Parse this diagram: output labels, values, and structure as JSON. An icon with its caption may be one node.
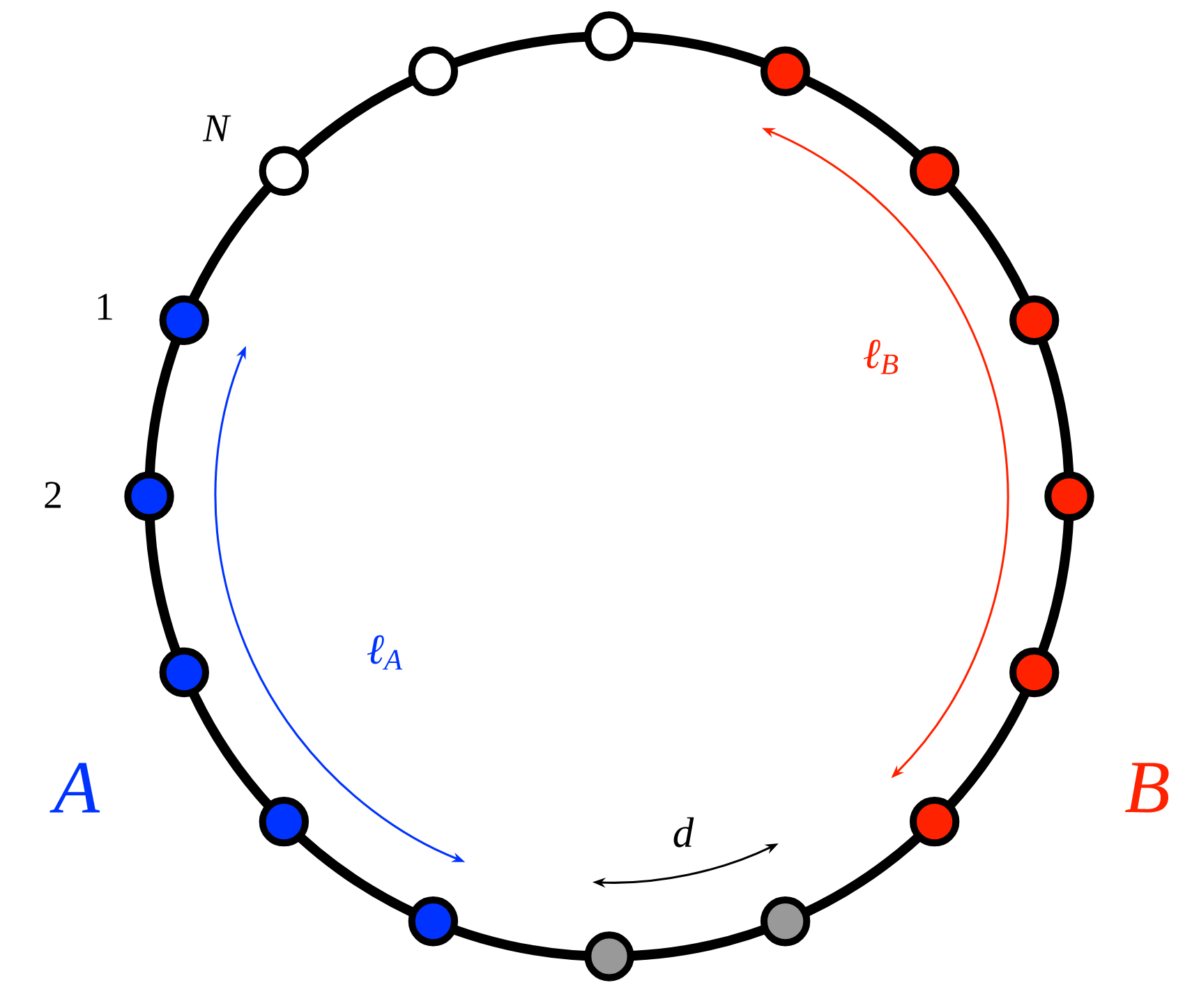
{
  "diagram": {
    "nodes": [
      {
        "text": [],
        "shape": "circle"
      },
      {
        "text": [],
        "shape": "circle"
      },
      {
        "text": [],
        "shape": "circle"
      },
      {
        "text": [],
        "shape": "circle"
      },
      {
        "text": [],
        "shape": "circle"
      },
      {
        "text": [],
        "shape": "circle"
      },
      {
        "text": [],
        "shape": "circle"
      },
      {
        "text": [],
        "shape": "circle"
      },
      {
        "text": [],
        "shape": "circle"
      },
      {
        "text": [],
        "shape": "circle"
      },
      {
        "text": [],
        "shape": "circle"
      },
      {
        "text": [],
        "shape": "circle"
      },
      {
        "text": [],
        "shape": "circle"
      },
      {
        "text": [],
        "shape": "circle"
      },
      {
        "text": [],
        "shape": "circle"
      },
      {
        "text": [],
        "shape": "circle"
      }
    ],
    "labels": [
      "N",
      "1",
      "2",
      "ℓ$_{B}$",
      "ℓ$_{A}$",
      "d",
      "A",
      "B"
    ]
  }
}
